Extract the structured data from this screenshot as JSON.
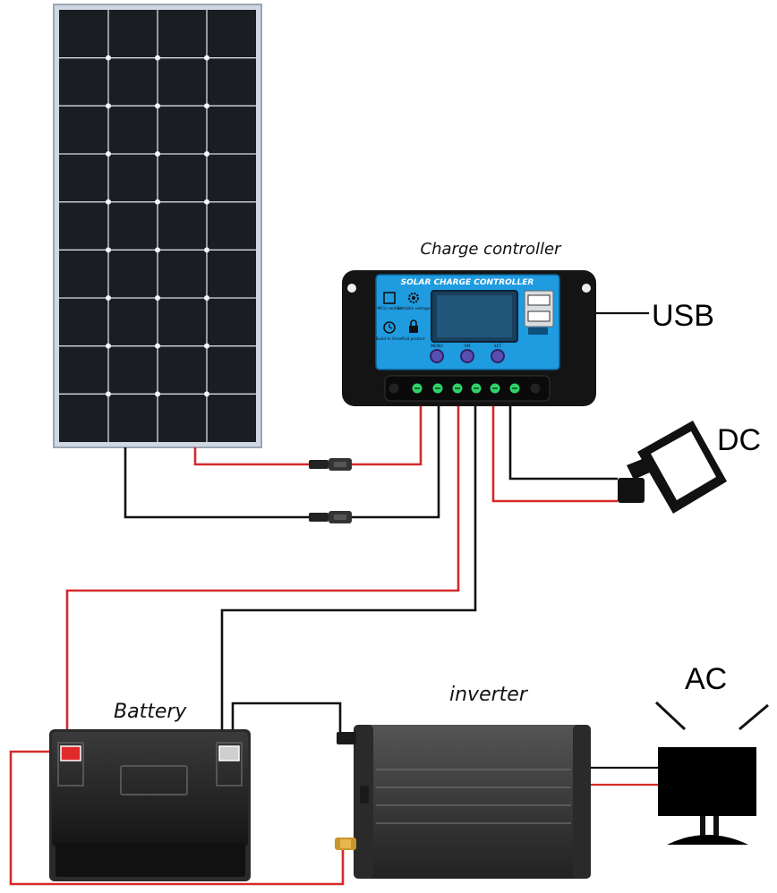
{
  "labels": {
    "charge_controller": "Charge controller",
    "usb": "USB",
    "dc": "DC",
    "ac": "AC",
    "battery": "Battery",
    "inverter": "inverter"
  },
  "controller": {
    "header": "SOLAR CHARGE CONTROLLER",
    "icon_labels": [
      "MCU control",
      "Settable voltage",
      "Build-in timer",
      "Full protect"
    ],
    "button_labels": [
      "MENU",
      "ON",
      "SET"
    ]
  },
  "colors": {
    "wire_red": "#d42a2a",
    "wire_black": "#111111",
    "controller_blue": "#1f9be0",
    "panel_cell": "#1c1f24"
  }
}
